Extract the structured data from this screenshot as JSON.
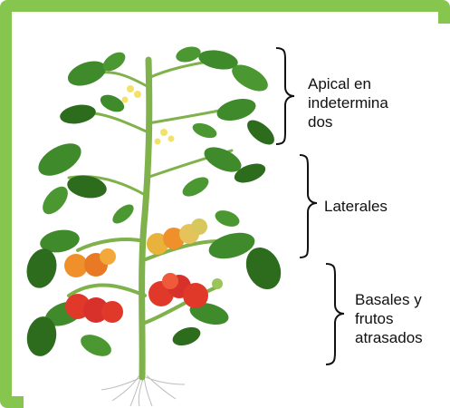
{
  "labels": {
    "apical": "Apical en\nindetermina\ndos",
    "laterales": "Laterales",
    "basales": "Basales y\nfrutos\natrasados"
  },
  "colors": {
    "frame": "#86c64f",
    "leaf": "#3f8a2a",
    "leaf_dark": "#2d6b1d",
    "stem": "#7fb24a",
    "tomato_red": "#e0392a",
    "tomato_orange": "#f0902a",
    "tomato_yellow": "#e8b23b"
  }
}
